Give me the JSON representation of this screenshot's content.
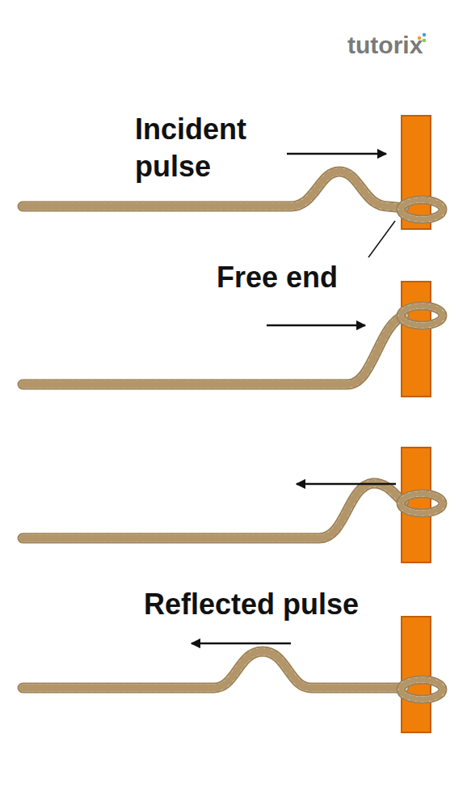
{
  "diagram": {
    "labels": [
      "tutorix",
      "Incident pulse",
      "Free end",
      "Reflected pulse"
    ]
  }
}
